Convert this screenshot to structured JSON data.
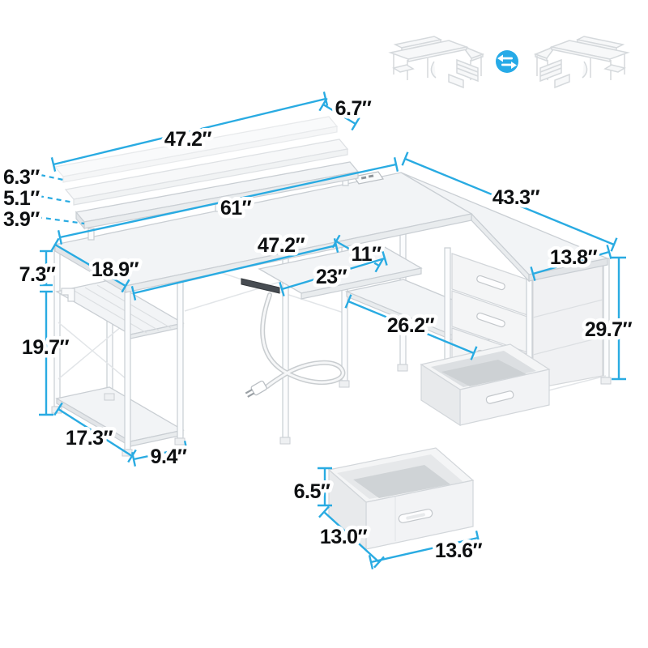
{
  "dims": {
    "monitor_shelf_length": "47.2″",
    "monitor_shelf_depth": "6.7″",
    "riser_height_top": "6.3″",
    "riser_height_middle": "5.1″",
    "riser_height_bottom": "3.9″",
    "main_desktop_length": "61″",
    "under_desk_span": "47.2″",
    "main_desktop_depth": "18.9″",
    "keyboard_tray_depth": "11″",
    "keyboard_tray_width": "23″",
    "right_desktop_length": "43.3″",
    "right_desktop_depth": "13.8″",
    "middle_shelf_length": "26.2″",
    "desk_height": "29.7″",
    "left_shelf_gap_height": "7.3″",
    "left_frame_lower_height": "19.7″",
    "left_shelf_depth": "17.3″",
    "left_shelf_width": "9.4″",
    "pullout_drawer_height": "6.5″",
    "pullout_drawer_depth": "13.0″",
    "pullout_drawer_width": "13.6″"
  },
  "icons": {
    "swap_arrows": "reversible-swap-arrows"
  },
  "colors": {
    "dimension_line": "#29abe2",
    "swap_badge_bg": "#1ba6e6",
    "label_text": "#0e1012",
    "furniture_stroke": "#c9ced3"
  }
}
